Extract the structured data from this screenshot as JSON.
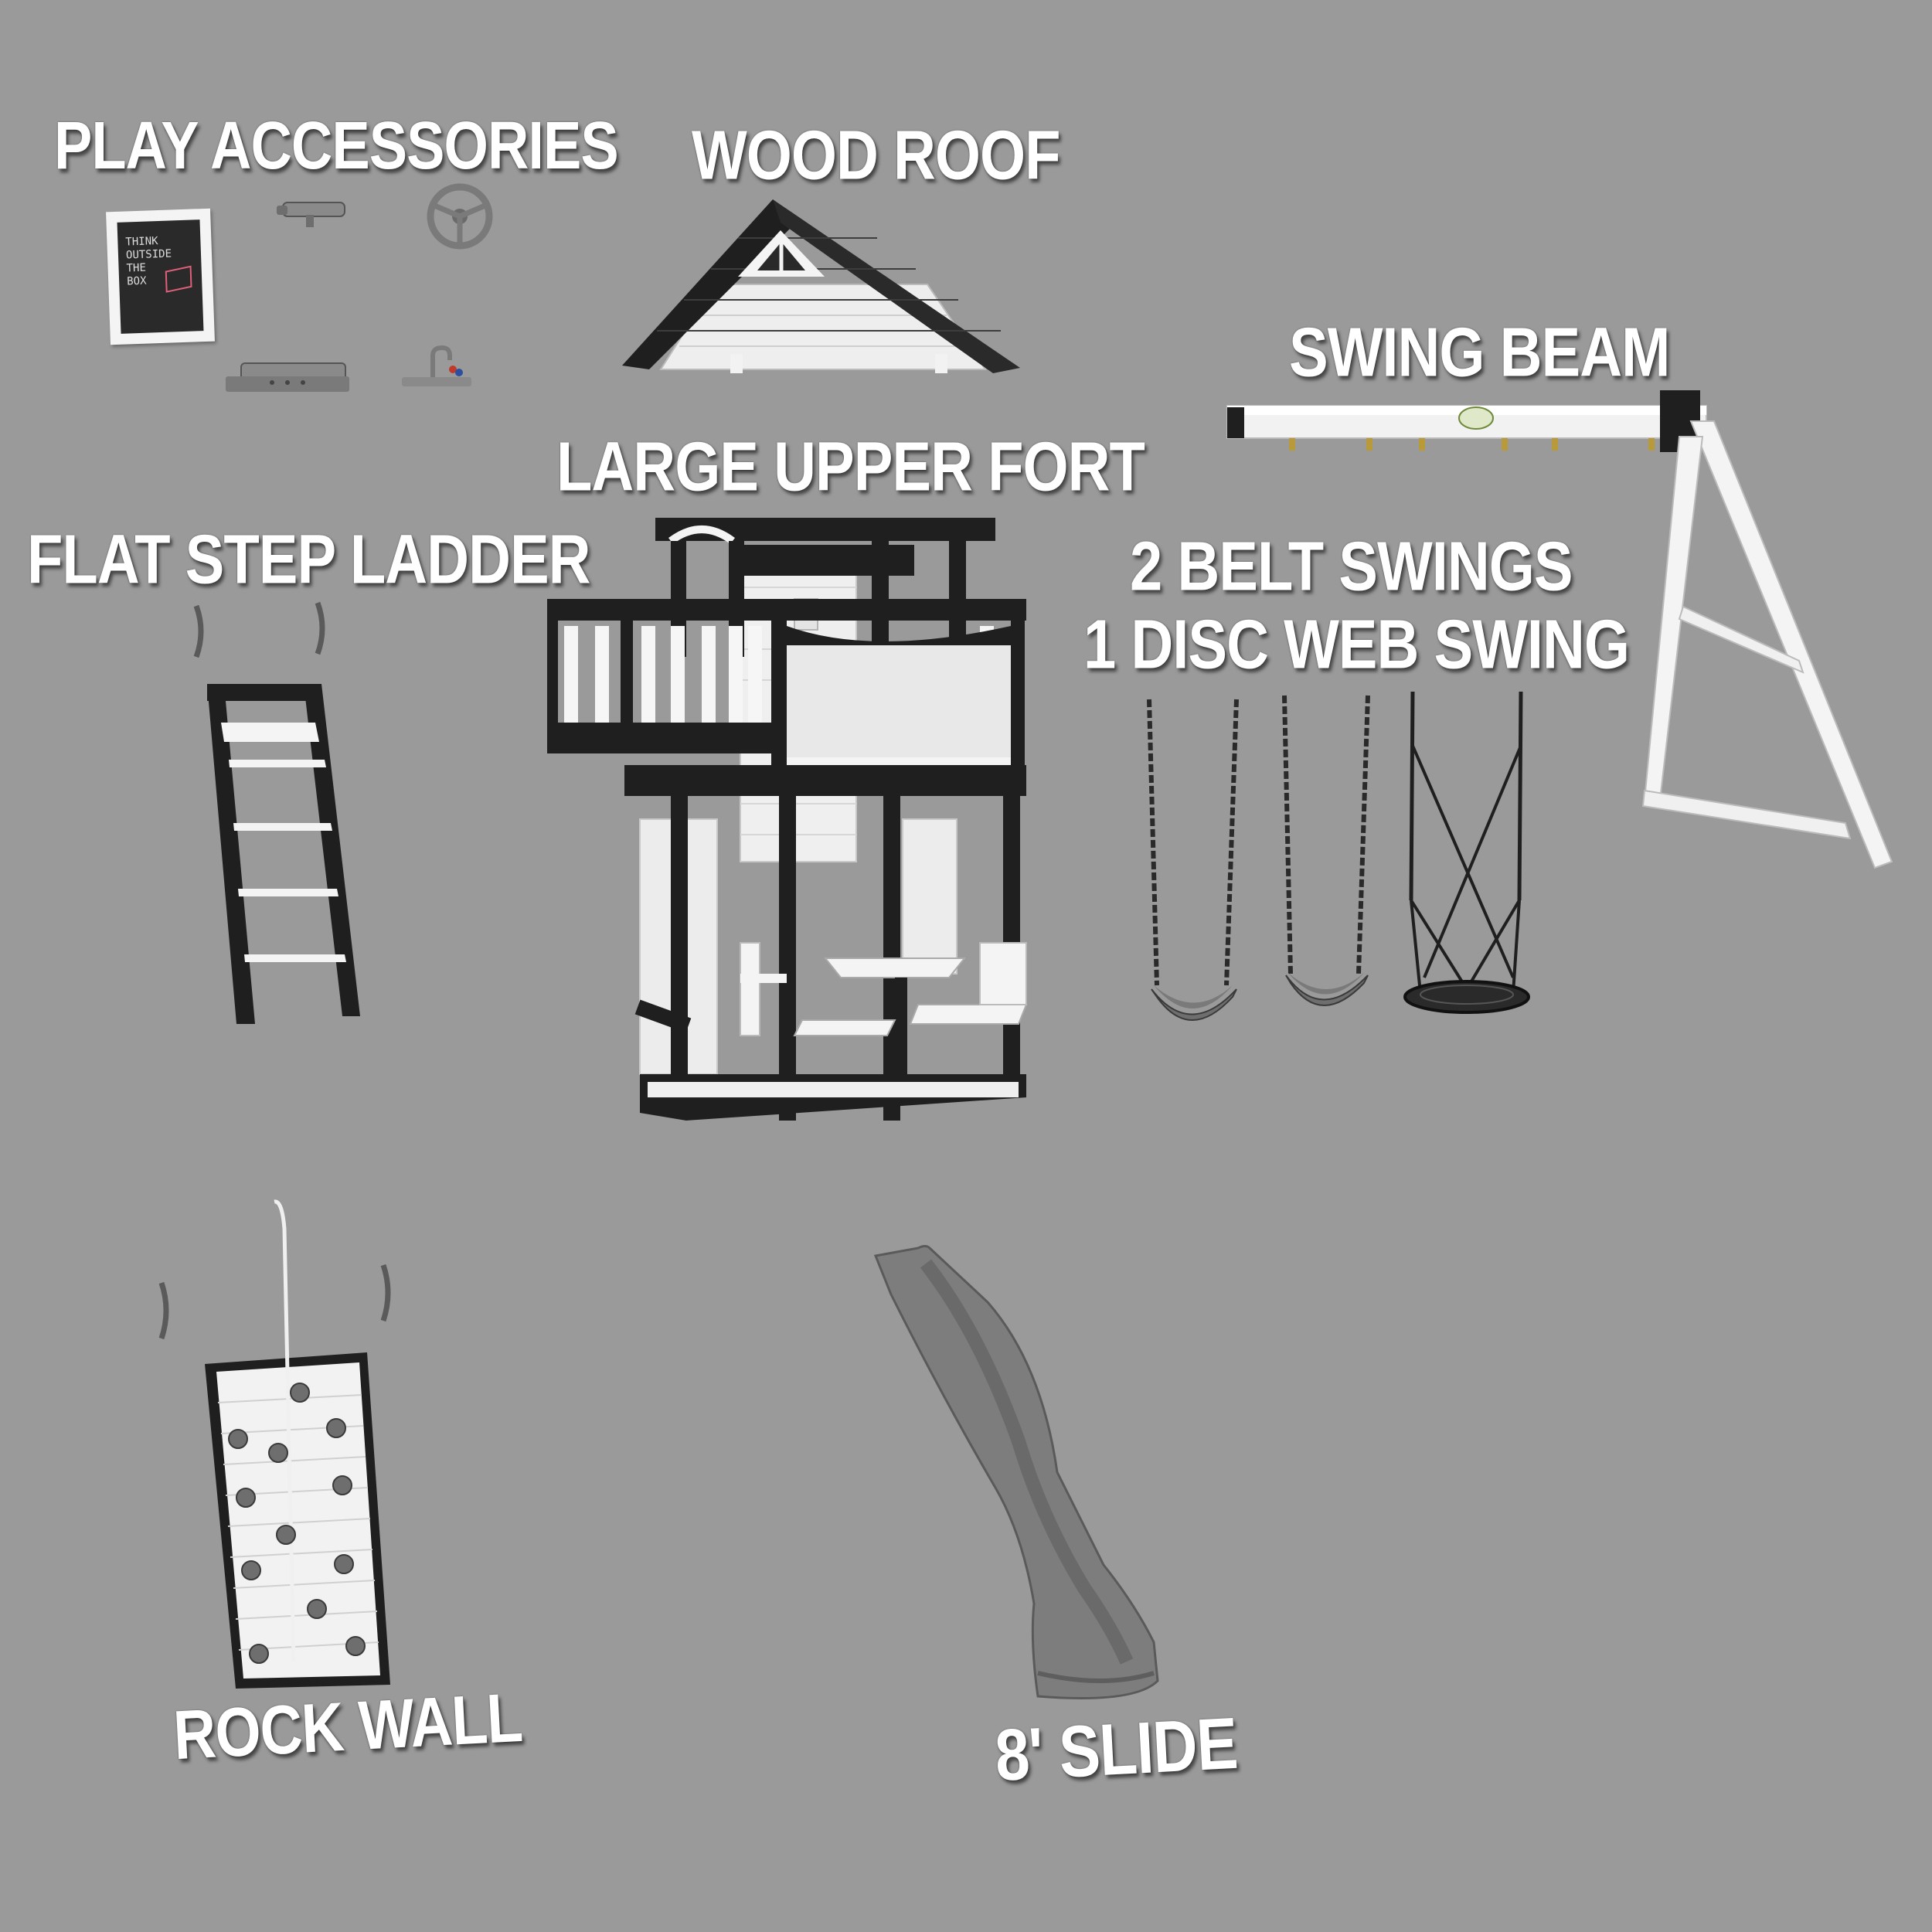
{
  "labels": {
    "play_accessories": "PLAY ACCESSORIES",
    "wood_roof": "WOOD ROOF",
    "swing_beam": "SWING BEAM",
    "large_upper_fort": "LARGE UPPER FORT",
    "flat_step_ladder": "FLAT STEP LADDER",
    "swings_line1": "2 BELT SWINGS",
    "swings_line2": "1 DISC WEB SWING",
    "rock_wall": "ROCK WALL",
    "slide": "8' SLIDE"
  },
  "chalkboard": {
    "line1": "THINK",
    "line2": "OUTSIDE",
    "line3": "THE",
    "line4": "BOX"
  },
  "colors": {
    "background": "#9a9a9a",
    "wood_dark": "#1c1c1c",
    "wood_white": "#f2f2f2",
    "accessory_gray": "#7d7d7d",
    "chalk_pink": "#e0607a"
  },
  "icons": [
    "chalkboard-icon",
    "telescope-icon",
    "steering-wheel-icon",
    "phone-icon",
    "faucet-icon"
  ]
}
